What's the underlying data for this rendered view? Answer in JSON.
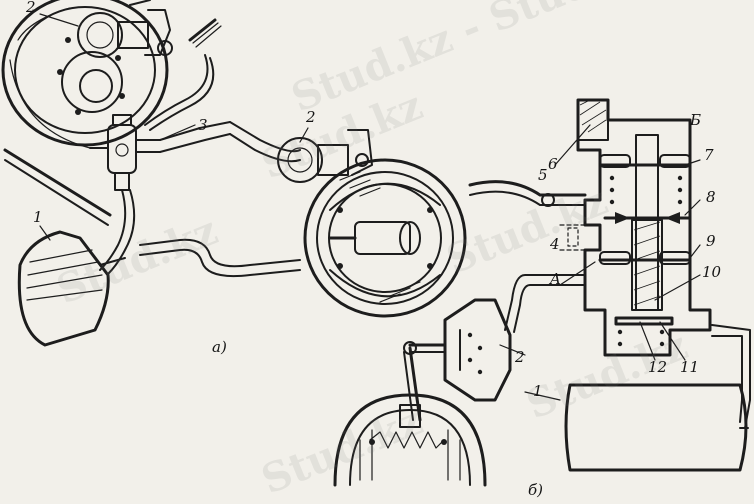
{
  "diagram": {
    "parts": {
      "p1_a": "1",
      "p2_a_top": "2",
      "p2_a_right": "2",
      "p3_a": "3",
      "p1_b": "1",
      "p2_b": "2",
      "p4_b": "4",
      "p5_b": "5",
      "p6_b": "6",
      "p7_b": "7",
      "p8_b": "8",
      "p9_b": "9",
      "p10_b": "10",
      "p11_b": "11",
      "p12_b": "12",
      "cavity_A": "A",
      "cavity_B": "Б"
    },
    "captions": {
      "a": "а)",
      "b": "б)"
    }
  },
  "watermark": {
    "text1": "Stud.kz - Stud.kz",
    "text2": "Stud.kz",
    "text3": "Stud.kz",
    "text4": "Stud.kz",
    "text5": "Stud.kz",
    "text6": "Stud.kz"
  },
  "colors": {
    "ink": "#1d1d1d",
    "paper": "#f2f0ea",
    "accent_green": "#7ab6a0"
  }
}
